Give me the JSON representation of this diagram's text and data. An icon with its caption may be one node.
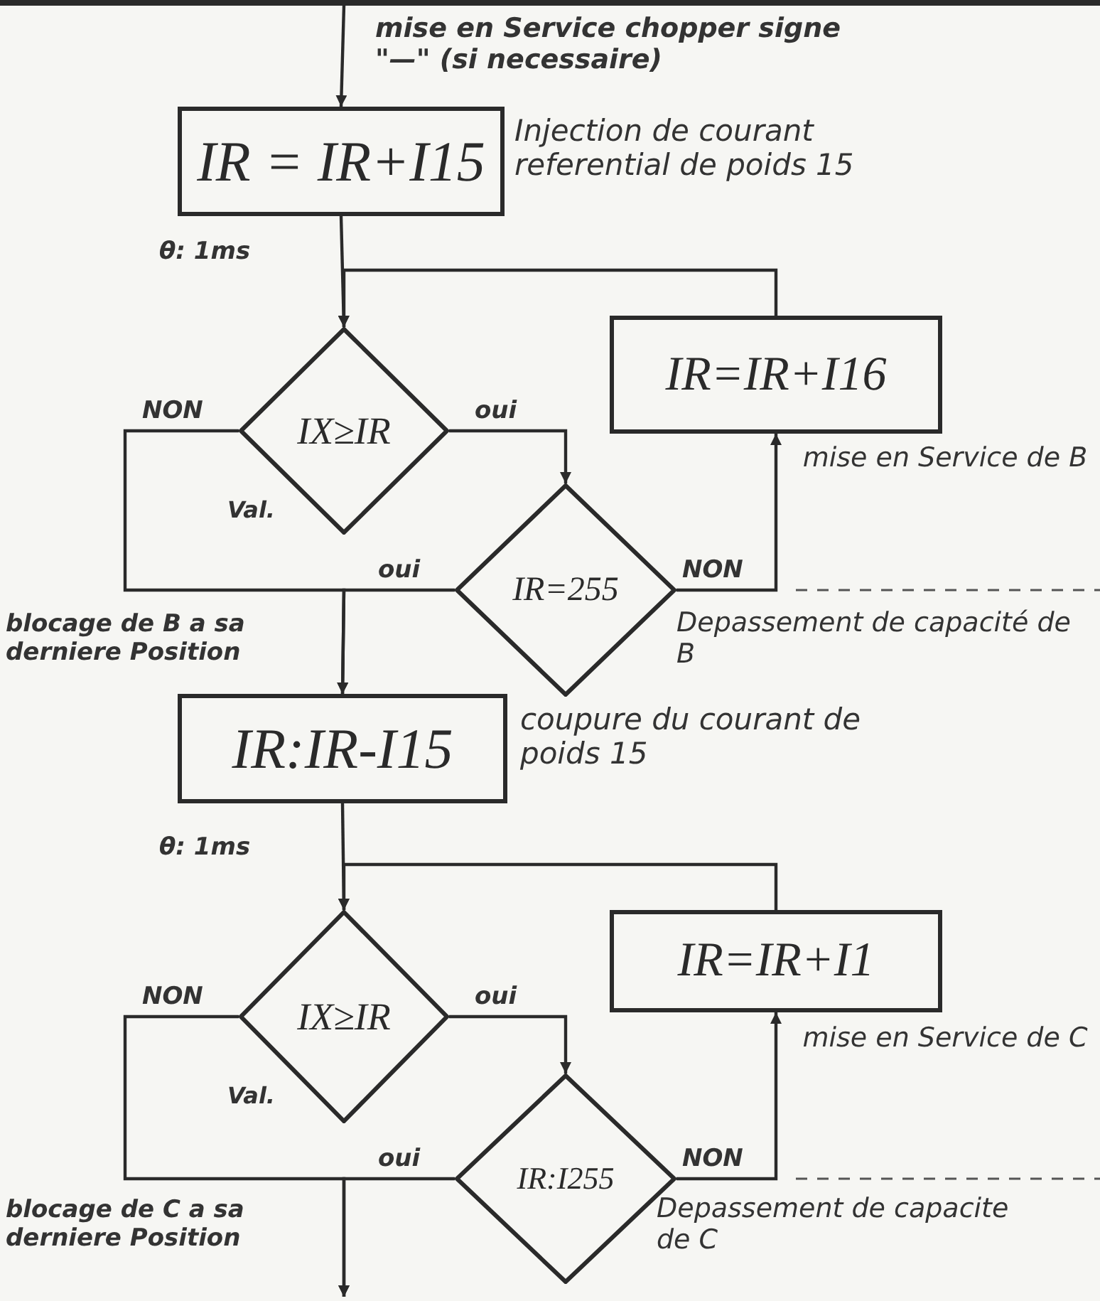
{
  "diagram": {
    "nodes": [
      {
        "text": [
          "IR = IR+I15"
        ],
        "beside": [
          "Injection de courant referential de poids 15"
        ]
      },
      {
        "text": [
          "IX≥IR"
        ]
      },
      {
        "text": [
          "IR=IR+I16"
        ],
        "beside": [
          "mise en Service de B"
        ]
      },
      {
        "text": [
          "IR=255"
        ]
      },
      {
        "text": [
          "IR:IR-I15"
        ],
        "beside": [
          "coupure du courant de poids 15"
        ]
      },
      {
        "text": [
          "IX≥IR"
        ]
      },
      {
        "text": [
          "IR=IR+I1"
        ],
        "beside": [
          "mise en Service de C"
        ]
      },
      {
        "text": [
          "IR:I255"
        ]
      }
    ],
    "edges": [
      {
        "from": null,
        "to": 0,
        "arrow": "to",
        "label": "mise en Service chopper signe \"—\" (si necessaire)"
      },
      {
        "from": 0,
        "to": 1,
        "arrow": "to"
      },
      {
        "from": 1,
        "to": 3,
        "arrow": "to",
        "label": "oui"
      },
      {
        "from": 3,
        "to": 2,
        "arrow": "to",
        "label": "NON"
      },
      {
        "from": 2,
        "to": 1,
        "arrow": "to"
      },
      {
        "from": 1,
        "to": 4,
        "arrow": "to",
        "label": "NON"
      },
      {
        "from": 3,
        "to": 4,
        "arrow": "to",
        "label": "oui"
      },
      {
        "from": 4,
        "to": 5,
        "arrow": "to"
      },
      {
        "from": 5,
        "to": 7,
        "arrow": "to",
        "label": "oui"
      },
      {
        "from": 7,
        "to": 6,
        "arrow": "to",
        "label": "NON"
      },
      {
        "from": 6,
        "to": 5,
        "arrow": "to"
      },
      {
        "from": 5,
        "to": null,
        "arrow": "to",
        "label": "NON"
      },
      {
        "from": 7,
        "to": null,
        "arrow": "to",
        "label": "oui"
      }
    ],
    "labels": [
      "θ: 1ms",
      "Val.",
      "blocage de B a sa derniere Position",
      "Depassement de capacité de B",
      "θ: 1ms",
      "Val.",
      "blocage de C a sa derniere Position",
      "Depassement de capacite de C"
    ]
  }
}
